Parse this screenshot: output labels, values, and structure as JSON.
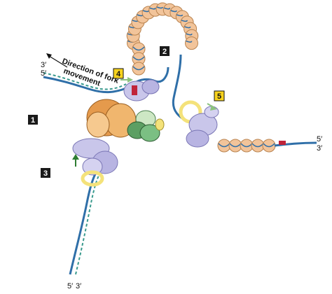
{
  "strand_labels": {
    "top_left": [
      "3′",
      "5′"
    ],
    "right": [
      "5′",
      "3′"
    ],
    "bottom": [
      "5′",
      "3′"
    ]
  },
  "direction_label": [
    "Direction of fork",
    "movement"
  ],
  "step_labels": [
    "1",
    "2",
    "3",
    "4",
    "5"
  ],
  "colors": {
    "helix_blue": "#2f6fa8",
    "helix_teal": "#3a9a8e",
    "nucleosome": "#f2c49a",
    "nucleosome_edge": "#b9834f",
    "helicase": "#e59a4c",
    "polymerase": "#c9c6ea",
    "clamp": "#f4e27a",
    "chaperone": "#5c9f63",
    "new_histone_red": "#c0243a",
    "arrow_green": "#2e7d32"
  }
}
